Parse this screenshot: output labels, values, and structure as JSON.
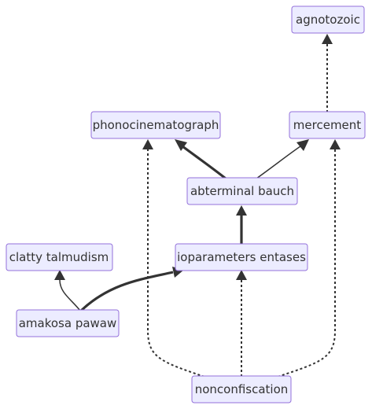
{
  "diagram": {
    "nodes": {
      "agnotozoic": "agnotozoic",
      "phonocinematograph": "phonocinematograph",
      "mercement": "mercement",
      "abterminal_bauch": "abterminal bauch",
      "clatty_talmudism": "clatty talmudism",
      "ioparameters_entases": "ioparameters entases",
      "amakosa_pawaw": "amakosa pawaw",
      "nonconfiscation": "nonconfiscation"
    },
    "edges": [
      {
        "from": "mercement",
        "to": "agnotozoic",
        "style": "dotted"
      },
      {
        "from": "abterminal bauch",
        "to": "phonocinematograph",
        "style": "thick"
      },
      {
        "from": "abterminal bauch",
        "to": "mercement",
        "style": "normal"
      },
      {
        "from": "ioparameters entases",
        "to": "abterminal bauch",
        "style": "thick"
      },
      {
        "from": "amakosa pawaw",
        "to": "clatty talmudism",
        "style": "normal"
      },
      {
        "from": "amakosa pawaw",
        "to": "ioparameters entases",
        "style": "thick"
      },
      {
        "from": "nonconfiscation",
        "to": "phonocinematograph",
        "style": "dotted"
      },
      {
        "from": "nonconfiscation",
        "to": "ioparameters entases",
        "style": "dotted"
      },
      {
        "from": "nonconfiscation",
        "to": "mercement",
        "style": "dotted"
      }
    ]
  }
}
